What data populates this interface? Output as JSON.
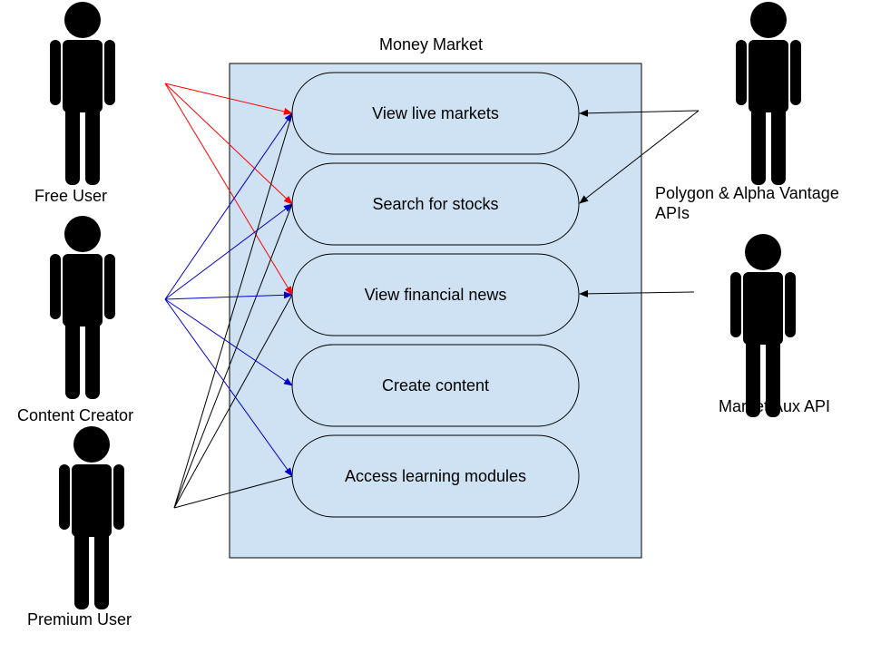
{
  "system": {
    "title": "Money Market",
    "fill_color": "#cfe2f3",
    "border_color": "#000000"
  },
  "use_cases": [
    {
      "id": "view-live-markets",
      "label": "View live markets"
    },
    {
      "id": "search-for-stocks",
      "label": "Search for stocks"
    },
    {
      "id": "view-financial-news",
      "label": "View financial news"
    },
    {
      "id": "create-content",
      "label": "Create content"
    },
    {
      "id": "access-learning-modules",
      "label": "Access learning modules"
    }
  ],
  "actors": {
    "free_user": "Free User",
    "content_creator": "Content Creator",
    "premium_user": "Premium User",
    "polygon_alpha_line1": "Polygon & Alpha Vantage",
    "polygon_alpha_line2": "APIs",
    "market_aux": "Market Aux API"
  },
  "edge_colors": {
    "free_user": "#ff0000",
    "content_creator": "#0000cc",
    "premium_user": "#000000",
    "apis": "#000000"
  }
}
